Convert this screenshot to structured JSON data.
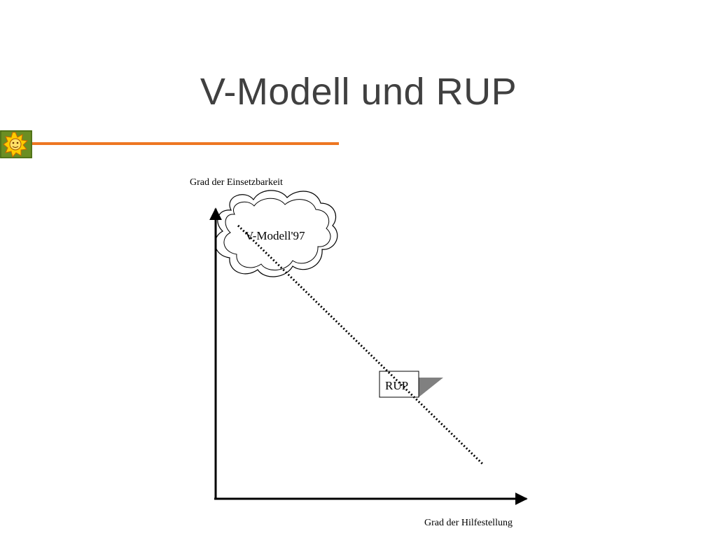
{
  "slide": {
    "title": "V-Modell und RUP"
  },
  "colors": {
    "accent_rule": "#ee7722",
    "title_text": "#404040",
    "shadow": "#808080"
  },
  "icons": {
    "logo": "sun-icon"
  },
  "diagram": {
    "y_axis_label": "Grad der Einsetzbarkeit",
    "x_axis_label": "Grad der Hilfestellung",
    "cloud_label": "V-Modell'97",
    "box_label": "RUP"
  }
}
